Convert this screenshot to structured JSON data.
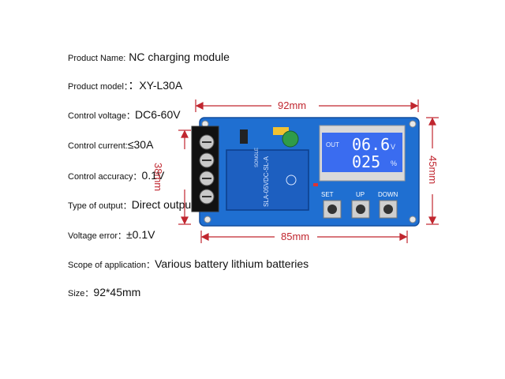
{
  "specs": [
    {
      "label": "Product Name:",
      "value": " NC charging module"
    },
    {
      "label": "Product model：",
      "value": "：XY-L30A"
    },
    {
      "label": "Control voltage：",
      "value": "DC6-60V"
    },
    {
      "label": "Control current:",
      "value": "≤30A"
    },
    {
      "label": "Control accuracy：",
      "value": "0.1V"
    },
    {
      "label": "Type of output：",
      "value": "Direct output"
    },
    {
      "label": "Voltage error：",
      "value": "±0.1V"
    },
    {
      "label": "Scope of application：",
      "value": "Various battery lithium batteries"
    },
    {
      "label": "Size：",
      "value": "92*45mm"
    }
  ],
  "dimensions": {
    "width_top": "92mm",
    "width_bottom": "85mm",
    "height_left": "38mm",
    "height_right": "45mm"
  },
  "lcd": {
    "out_label": "OUT",
    "voltage": "06.6",
    "voltage_unit": "V",
    "percent": "025",
    "percent_unit": "%"
  },
  "buttons": {
    "set": "SET",
    "up": "UP",
    "down": "DOWN"
  },
  "relay": {
    "brand": "SONGLE",
    "model": "SLA-05VDC-SL-A"
  },
  "colors": {
    "pcb": "#1f6fd1",
    "lcd": "#3a6cf0",
    "dimension": "#c0262f"
  }
}
